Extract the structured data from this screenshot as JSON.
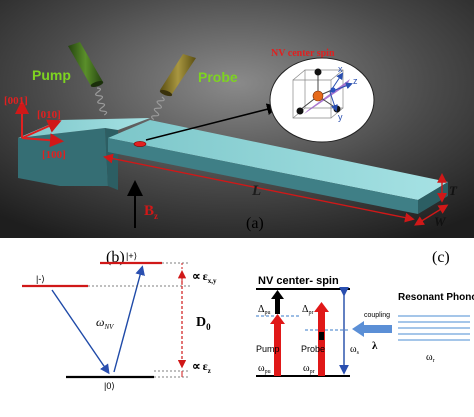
{
  "panel_a": {
    "label": "(a)",
    "pump_label": "Pump",
    "probe_label": "Probe",
    "nv_title": "NV center spin",
    "axis_001": "[001]",
    "axis_010": "[010]",
    "axis_100": "[100]",
    "length_label": "L",
    "thickness_label": "T",
    "width_label": "W",
    "field_label": "B",
    "field_sub": "z",
    "crystal_x": "x",
    "crystal_y": "y",
    "crystal_z": "z",
    "colors": {
      "background_dark": "#2a2a2a",
      "beam_top": "#8fd3d6",
      "beam_side": "#3f7f86",
      "pump_laser": "#3d6b1c",
      "probe_laser": "#8a7a2a",
      "axis_red": "#e02020"
    }
  },
  "panel_b": {
    "label": "(b)",
    "level_plus": "|+⟩",
    "level_minus": "|-⟩",
    "level_zero": "|0⟩",
    "omega_label": "ω",
    "omega_sub": "NV",
    "d0_label": "D",
    "d0_sub": "0",
    "prop_symbol": "∝",
    "eps_xy": "ε",
    "eps_xy_sub": "x,y",
    "eps_z": "ε",
    "eps_z_sub": "z"
  },
  "panel_c": {
    "label": "(c)",
    "title": "NV center- spin",
    "delta_pu": "Δ",
    "delta_pu_sub": "pu",
    "delta_pr": "Δ",
    "delta_pr_sub": "pr",
    "pump_label": "Pump",
    "probe_label": "Probe",
    "omega_pu": "ω",
    "omega_pu_sub": "pu",
    "omega_pr": "ω",
    "omega_pr_sub": "pr",
    "omega_s": "ω",
    "omega_s_sub": "s",
    "coupling_label": "coupling",
    "lambda_label": "λ",
    "phonons_label": "Resonant Phonons",
    "omega_r": "ω",
    "omega_r_sub": "r"
  }
}
